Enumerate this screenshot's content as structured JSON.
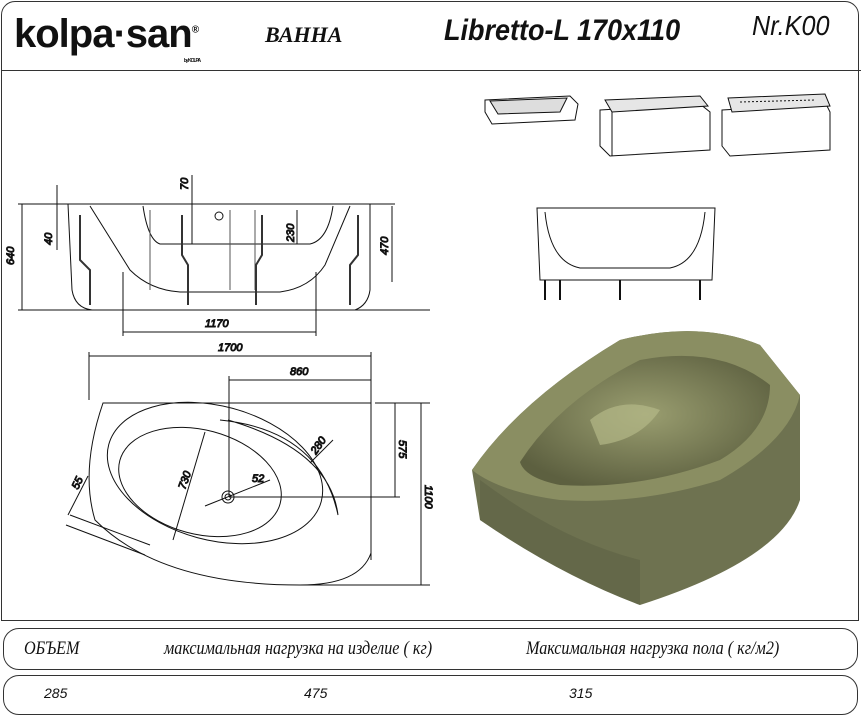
{
  "header": {
    "brand": "kolpa·san",
    "brand_sub": "by KOLPA",
    "product_type": "ВАННА",
    "model": "Libretto-L  170x110",
    "number": "Nr.K00"
  },
  "dimensions": {
    "front": {
      "height_total": "640",
      "rim": "40",
      "overflow": "70",
      "depth_inner": "230",
      "height_inner": "470",
      "legs_span": "1170"
    },
    "plan": {
      "length": "1700",
      "drain_offset": "860",
      "width": "1100",
      "drain_y": "575",
      "radius": "280",
      "basin": "730",
      "drain": "52",
      "rim_width": "55"
    }
  },
  "render": {
    "color": "#7d8158"
  },
  "specs": {
    "headers": [
      "ОБЪЕМ",
      "максимальная нагрузка на изделие ( кг)",
      "Максимальная нагрузка пола ( кг/м2)"
    ],
    "values": [
      "285",
      "475",
      "315"
    ]
  }
}
